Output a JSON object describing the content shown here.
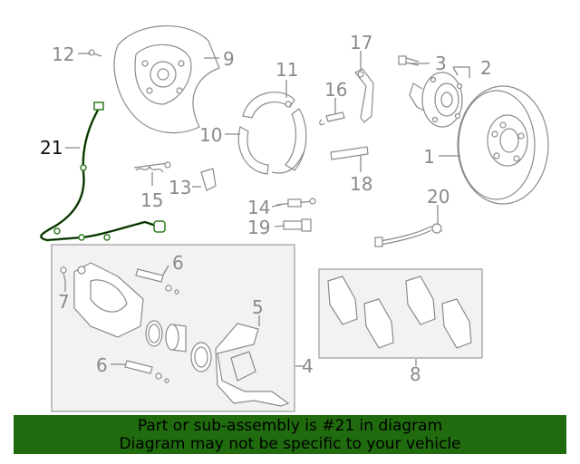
{
  "callouts": {
    "c1": "1",
    "c2": "2",
    "c3": "3",
    "c4": "4",
    "c5": "5",
    "c6a": "6",
    "c6b": "6",
    "c7": "7",
    "c8": "8",
    "c9": "9",
    "c10": "10",
    "c11": "11",
    "c12": "12",
    "c13": "13",
    "c14": "14",
    "c15": "15",
    "c16": "16",
    "c17": "17",
    "c18": "18",
    "c19": "19",
    "c20": "20",
    "c21": "21"
  },
  "highlight_part": "21",
  "colors": {
    "banner_bg": "#1f6b0e",
    "callout": "#8a8a8a",
    "highlight": "#111111",
    "wire": "#2f7a1f"
  },
  "banner": {
    "line1": "Part or sub-assembly is #21 in diagram",
    "line2": "Diagram may not be specific to your vehicle"
  }
}
